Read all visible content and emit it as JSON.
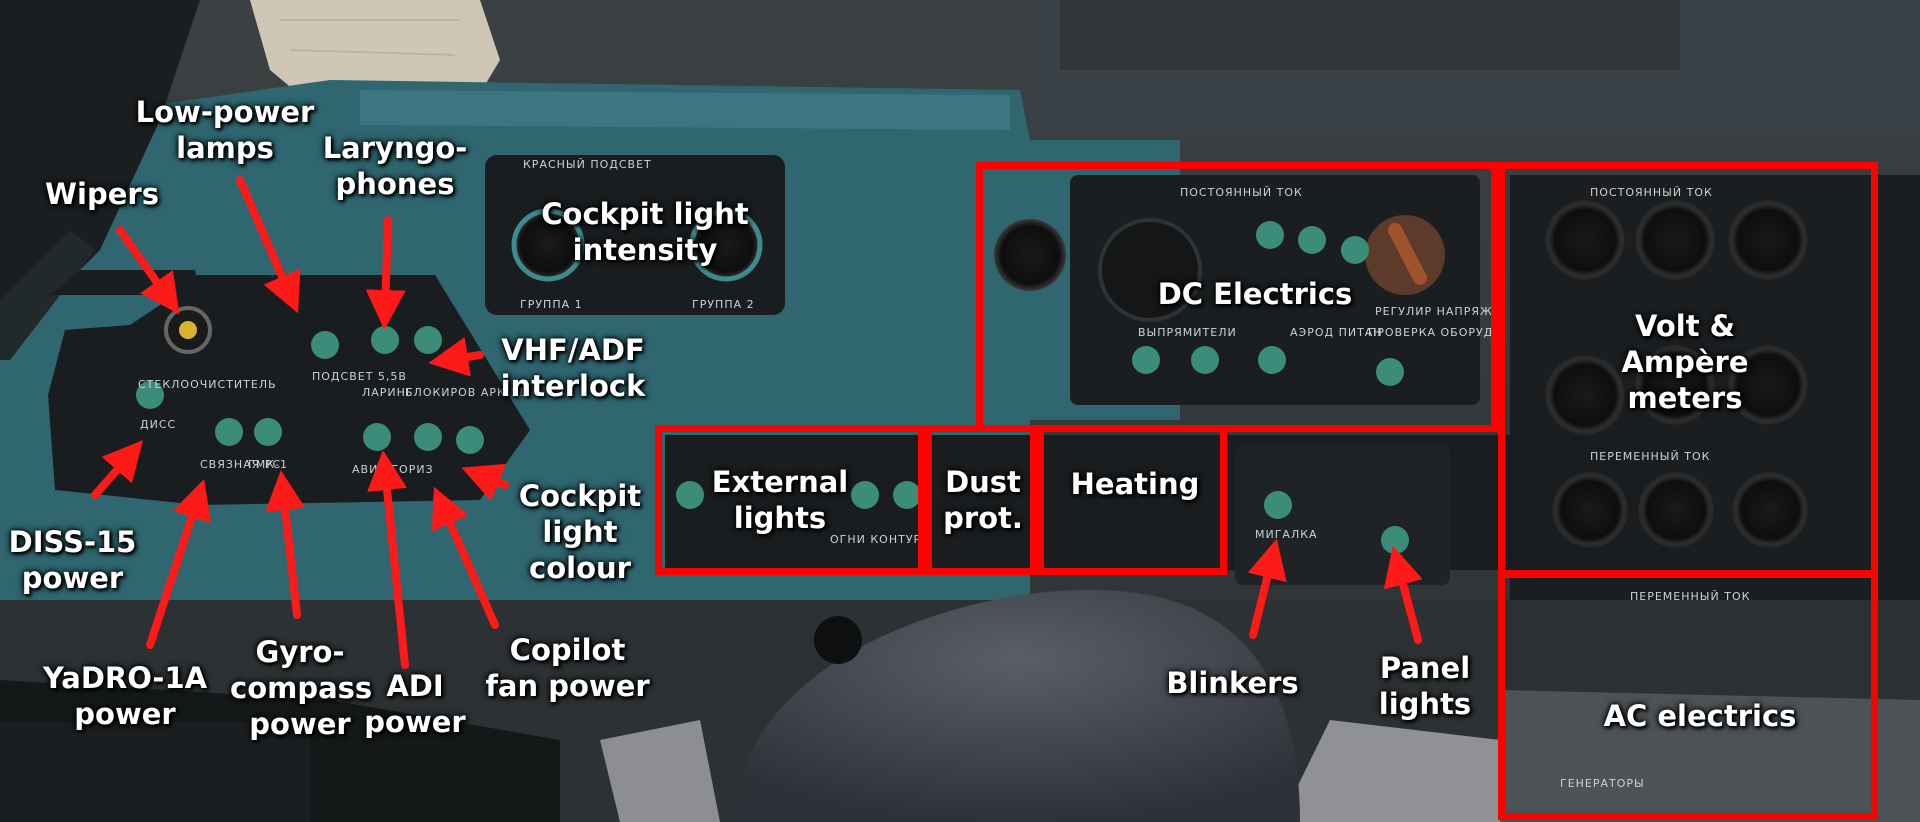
{
  "labels": {
    "wipers": "Wipers",
    "low_power_lamps": "Low-power\nlamps",
    "laryngophones": "Laryngo-\nphones",
    "cockpit_light_intensity": "Cockpit light\nintensity",
    "vhf_adf_interlock": "VHF/ADF\ninterlock",
    "dc_electrics": "DC Electrics",
    "volt_ampere_meters": "Volt &\nAmpère\nmeters",
    "diss15_power": "DISS-15\npower",
    "cockpit_light_colour": "Cockpit\nlight\ncolour",
    "external_lights": "External\nlights",
    "dust_prot": "Dust\nprot.",
    "heating": "Heating",
    "yadro_power": "YaDRO-1A\npower",
    "gyrocompass_power": "Gyro-\ncompass\npower",
    "adi_power": "ADI\npower",
    "copilot_fan_power": "Copilot\nfan power",
    "blinkers": "Blinkers",
    "panel_lights": "Panel\nlights",
    "ac_electrics": "AC electrics"
  },
  "panel_text": {
    "krasny_podsvet": "КРАСНЫЙ  ПОДСВЕТ",
    "gruppa1": "ГРУППА 1",
    "gruppa2": "ГРУППА 2",
    "postoyanny_tok": "ПОСТОЯННЫЙ ТОК",
    "postoyanny_tok_2": "ПОСТОЯННЫЙ ТОК",
    "peremenny_tok": "ПЕРЕМЕННЫЙ ТОК",
    "peremenny_tok_2": "ПЕРЕМЕННЫЙ ТОК",
    "vypryamiteli": "ВЫПРЯМИТЕЛИ",
    "aerodr_pitan": "АЭРОД ПИТАН",
    "proverka_oborud": "ПРОВЕРКА ОБОРУД",
    "regulir_napryazh": "РЕГУЛИР НАПРЯЖ",
    "stekloochistitel": "СТЕКЛООЧИСТИТЕЛЬ",
    "svyaznaya_rs": "СВЯЗНАЯ РС",
    "gmk1": "ГМК-1",
    "diss": "ДИСС",
    "ogni_kontur": "ОГНИ КОНТУР",
    "migalka": "МИГАЛКА",
    "generatory": "ГЕНЕРАТОРЫ",
    "larings": "ЛАРИНГ",
    "blokirov_ark": "БЛОКИРОВ АРК-УД",
    "podsvet_5v": "ПОДСВЕТ 5,5В",
    "avia_goriz": "АВИА ГОРИЗ"
  },
  "colors": {
    "highlight_box": "#ff0000",
    "arrow": "#ff1a1a",
    "label_text": "#ffffff",
    "panel_teal": "#2f6670",
    "panel_black": "#1b1e20"
  }
}
